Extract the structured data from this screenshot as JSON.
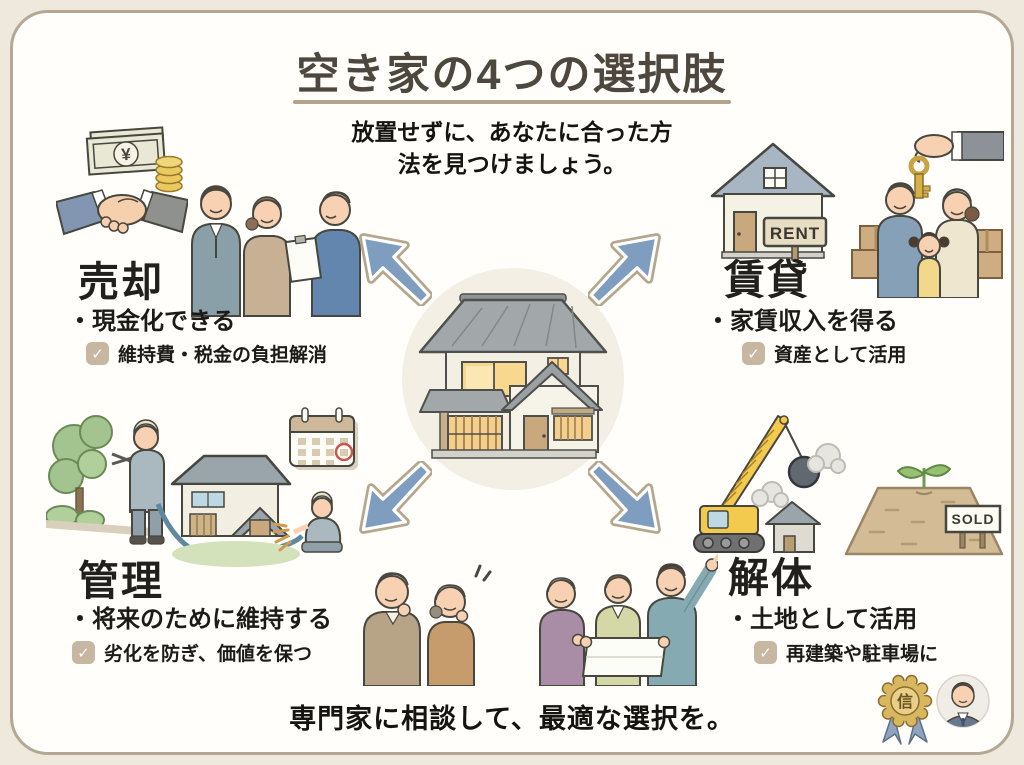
{
  "header": {
    "title": "空き家の4つの選択肢",
    "subtitle_line1": "放置せずに、あなたに合った方",
    "subtitle_line2": "法を見つけましょう。"
  },
  "options": [
    {
      "id": "sell",
      "name": "売却",
      "bullet": "・現金化できる",
      "check": "維持費・税金の負担解消"
    },
    {
      "id": "rent",
      "name": "賃貸",
      "bullet": "・家賃収入を得る",
      "check": "資産として活用"
    },
    {
      "id": "manage",
      "name": "管理",
      "bullet": "・将来のために維持する",
      "check": "劣化を防ぎ、価値を保つ"
    },
    {
      "id": "demolish",
      "name": "解体",
      "bullet": "・土地として活用",
      "check": "再建築や駐車場に"
    }
  ],
  "signs": {
    "rent": "RENT",
    "sold": "SOLD",
    "yen": "¥"
  },
  "check_glyph": "✓",
  "footer": {
    "text": "専門家に相談して、最適な選択を。",
    "badge_char": "信"
  },
  "colors": {
    "card_border": "#b4a894",
    "arrow_blue": "#7f9dbf",
    "check_box": "#c7b6a2",
    "title_underline": "#b3a58c",
    "crane_yellow": "#f3ca4e",
    "land_tan": "#d2bb95"
  }
}
